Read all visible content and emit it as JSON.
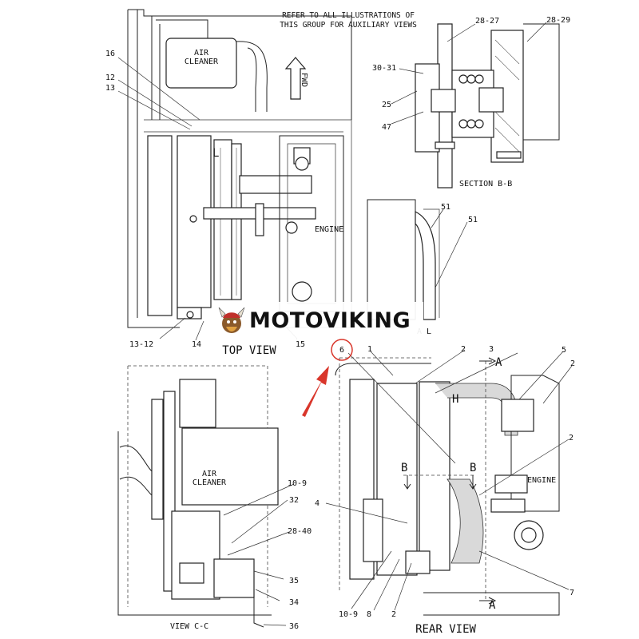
{
  "note": {
    "line1": "REFER TO ALL ILLUSTRATIONS OF",
    "line2": "THIS GROUP FOR AUXILIARY VIEWS"
  },
  "views": {
    "top": "TOP VIEW",
    "rear": "REAR VIEW",
    "c": "VIEW C-C",
    "section_b": "SECTION B-B"
  },
  "annotations": {
    "air_cleaner_top": [
      "AIR",
      "CLEANER"
    ],
    "air_cleaner_c": [
      "AIR",
      "CLEANER"
    ],
    "fwd": "FWD",
    "engine_top": "ENGINE",
    "engine_rear": "ENGINE",
    "view_marker_L": "L",
    "view_marker_H": "H",
    "section_A_top": "A",
    "section_A_bottom": "A",
    "section_B_left": "B",
    "section_B_right": "B",
    "partial_view_mark": "A  L"
  },
  "callouts": {
    "top_view": [
      "16",
      "12",
      "13",
      "13-12",
      "14",
      "15"
    ],
    "section_b": [
      "28-27",
      "28-29",
      "30-31",
      "25",
      "47",
      "51",
      "51"
    ],
    "view_c": [
      "10-9",
      "32",
      "28-40",
      "35",
      "34",
      "36"
    ],
    "rear_view": [
      "6",
      "1",
      "2",
      "3",
      "5",
      "2",
      "2",
      "4",
      "10-9",
      "8",
      "2",
      "7"
    ]
  },
  "highlight": {
    "circled_callout": "6",
    "color": "#d9362b"
  },
  "watermark": {
    "brand": "MOTOVIKING",
    "logo_icon": "viking-mascot-icon"
  }
}
